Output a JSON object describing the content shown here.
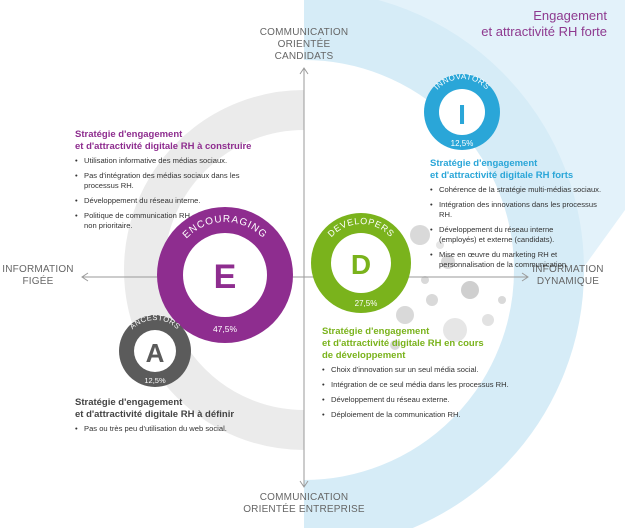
{
  "corner_title": [
    "Engagement",
    "et attractivité RH forte"
  ],
  "axes": {
    "top": [
      "COMMUNICATION",
      "ORIENTÉE",
      "CANDIDATS"
    ],
    "bottom": [
      "COMMUNICATION",
      "ORIENTÉE ENTREPRISE"
    ],
    "left": [
      "INFORMATION",
      "FIGÉE"
    ],
    "right": [
      "INFORMATION",
      "DYNAMIQUE"
    ]
  },
  "segments": {
    "innovators": {
      "name": "INNOVATORS",
      "letter": "I",
      "percent": "12,5%",
      "color": "#2aa6d8",
      "title": [
        "Stratégie d'engagement",
        "et d'attractivité digitale RH forts"
      ],
      "items": [
        "Cohérence de la stratégie multi-médias sociaux.",
        "Intégration des innovations dans les processus RH.",
        "Développement du réseau interne (employés) et externe (candidats).",
        "Mise en œuvre du marketing RH et personnalisation de la communication."
      ]
    },
    "encouraging": {
      "name": "ENCOURAGING",
      "letter": "E",
      "percent": "47,5%",
      "color": "#8e2d8f",
      "title": [
        "Stratégie d'engagement",
        "et d'attractivité digitale RH à construire"
      ],
      "items": [
        "Utilisation informative des médias sociaux.",
        "Pas d'intégration des médias sociaux dans les processus RH.",
        "Développement du réseau interne.",
        "Politique de communication RH non prioritaire."
      ]
    },
    "developers": {
      "name": "DEVELOPERS",
      "letter": "D",
      "percent": "27,5%",
      "color": "#7ab31c",
      "title": [
        "Stratégie d'engagement",
        "et d'attractivité digitale RH en cours",
        "de développement"
      ],
      "items": [
        "Choix d'innovation sur un seul média social.",
        "Intégration de ce seul média dans les processus RH.",
        "Développement du réseau externe.",
        "Déploiement de la communication RH."
      ]
    },
    "ancestors": {
      "name": "ANCESTORS",
      "letter": "A",
      "percent": "12,5%",
      "color": "#5b5b5b",
      "title": [
        "Stratégie d'engagement",
        "et d'attractivité digitale RH à définir"
      ],
      "items": [
        "Pas ou très peu d'utilisation du web social."
      ]
    }
  }
}
